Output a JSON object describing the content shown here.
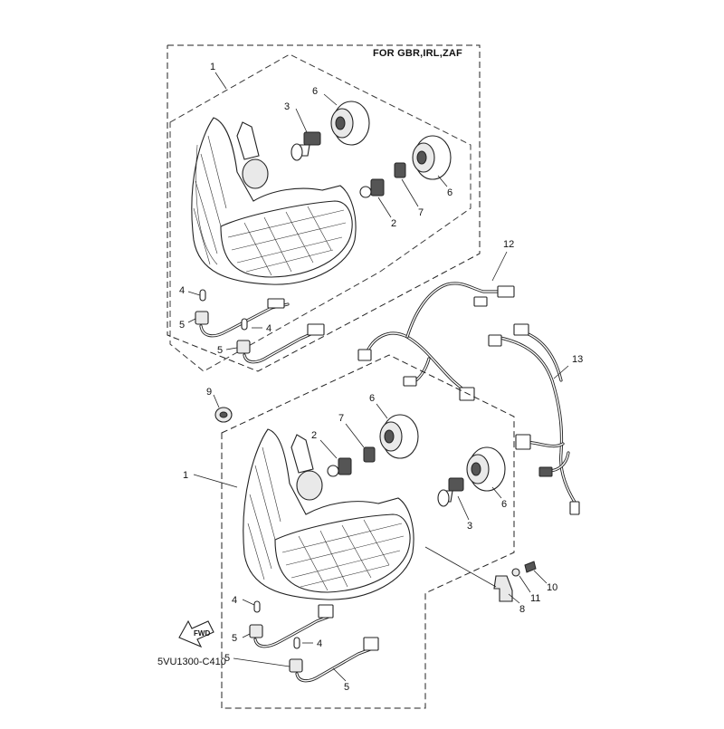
{
  "diagram": {
    "region_note": "FOR GBR,IRL,ZAF",
    "drawing_code": "5VU1300-C410",
    "fwd_label": "FWD",
    "callouts": {
      "upper_1": "1",
      "upper_2": "2",
      "upper_3": "3",
      "upper_4a": "4",
      "upper_4b": "4",
      "upper_5a": "5",
      "upper_5b": "5",
      "upper_6a": "6",
      "upper_6b": "6",
      "upper_7": "7",
      "harness_12": "12",
      "harness_13": "13",
      "lower_9": "9",
      "lower_1": "1",
      "lower_2": "2",
      "lower_7": "7",
      "lower_6a": "6",
      "lower_6b": "6",
      "lower_3": "3",
      "lower_4a": "4",
      "lower_4b": "4",
      "lower_5a": "5",
      "lower_5b": "5",
      "lower_5c": "5",
      "lower_8": "8",
      "lower_11": "11",
      "lower_10": "10"
    },
    "colors": {
      "line": "#222222",
      "background": "#ffffff"
    }
  }
}
